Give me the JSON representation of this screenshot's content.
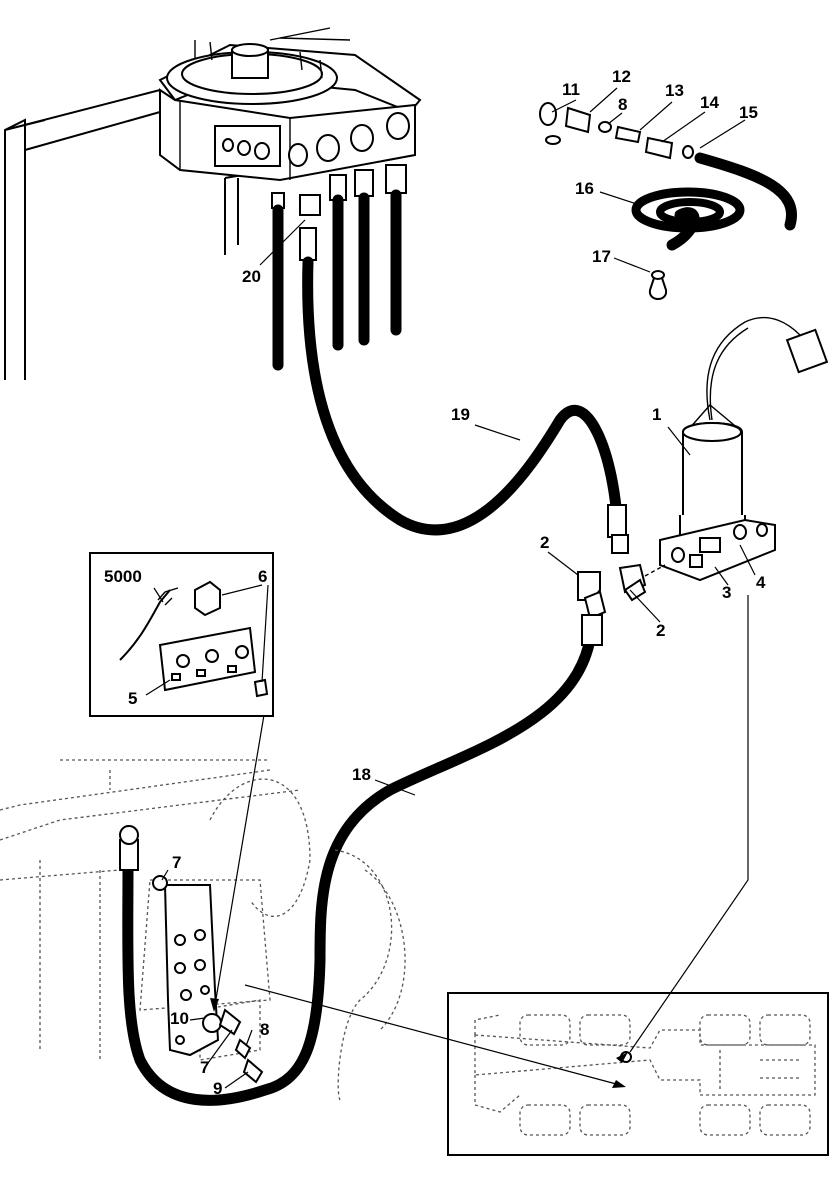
{
  "labels": {
    "pump": "1",
    "elbow_a": "2",
    "elbow_b": "2",
    "bolt": "3",
    "washer": "4",
    "connector_5": "5",
    "switch": "6",
    "fitting_7a": "7",
    "fitting_7b": "7",
    "washer_8a": "8",
    "washer_8b": "8",
    "nut_9": "9",
    "fitting_10": "10",
    "cap_11": "11",
    "coupling_12": "12",
    "nipple_13": "13",
    "adapter_14": "14",
    "seal_15": "15",
    "hose_16": "16",
    "plug_17": "17",
    "hose_18": "18",
    "hose_19": "19",
    "fitting_20": "20",
    "harness_5000": "5000"
  },
  "colors": {
    "line": "#000000",
    "background": "#ffffff",
    "dotted": "#555555"
  }
}
